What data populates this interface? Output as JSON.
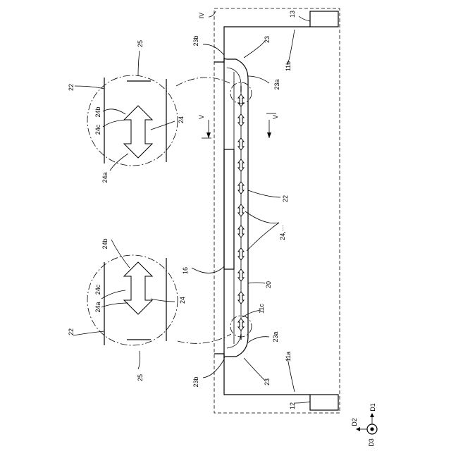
{
  "labels": {
    "fig_ref": "IV",
    "l13": "13",
    "l23_top": "23",
    "l23b_top": "23b",
    "l11b": "11b",
    "l23a_top": "23a",
    "l25_top": "25",
    "l22_ctop": "22",
    "l24b_top": "24b",
    "l24c_top": "24c",
    "l24_top": "24",
    "l24a_top": "24a",
    "sec_v_left": "V",
    "sec_v_right": "V",
    "l22_main": "22",
    "l24_dots": "24,···",
    "l24b_bot": "24b",
    "l16": "16",
    "l24c_bot": "24c",
    "l24a_bot": "24a",
    "l24_bot": "24",
    "l20": "20",
    "l22_cbot": "22",
    "l11c": "11c",
    "l23a_bot": "23a",
    "l11a": "11a",
    "l25_bot": "25",
    "l23_bot": "23",
    "l23b_bot": "23b",
    "l12": "12",
    "axis_d1": "D1",
    "axis_d2": "D2",
    "axis_d3": "D3"
  }
}
